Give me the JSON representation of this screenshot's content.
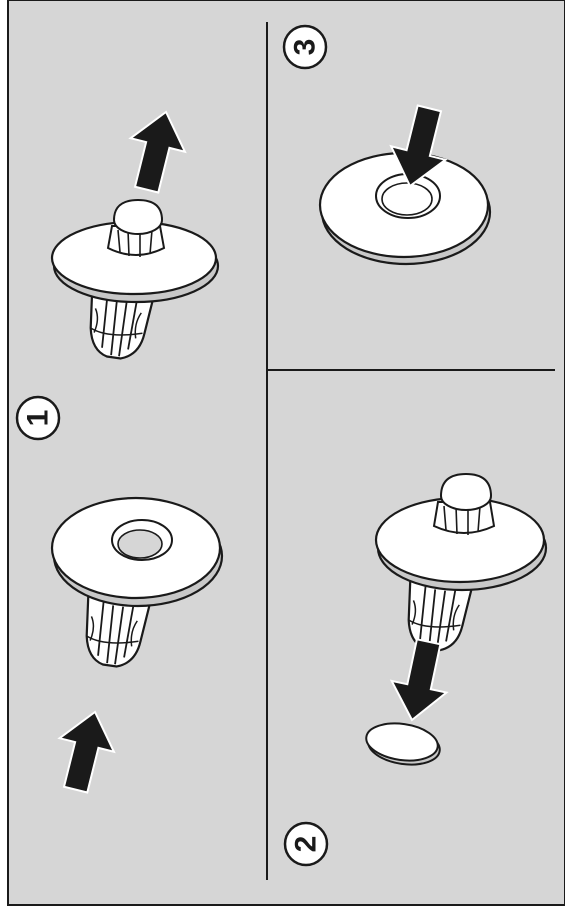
{
  "figure": {
    "colors": {
      "background": "#d6d6d6",
      "part_fill": "#ffffff",
      "part_shade": "#c8c8c8",
      "line": "#1a1a1a",
      "arrow": "#1a1a1a"
    },
    "steps": [
      {
        "number": "1",
        "description_icon": "push-pin-removal"
      },
      {
        "number": "2",
        "description_icon": "pin-with-cap-out"
      },
      {
        "number": "3",
        "description_icon": "press-washer"
      }
    ]
  }
}
